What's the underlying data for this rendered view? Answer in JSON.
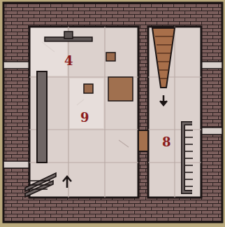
{
  "diagram": {
    "labels": [
      "4",
      "9",
      "8"
    ]
  }
}
